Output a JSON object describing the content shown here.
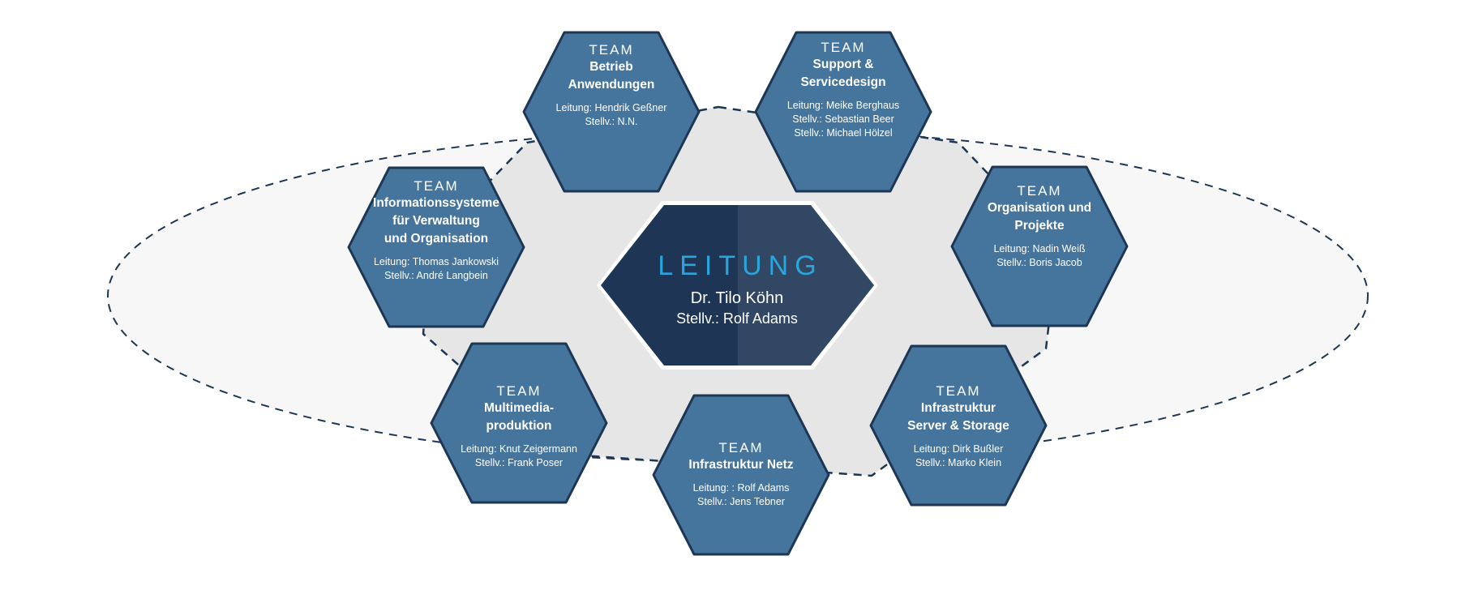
{
  "colors": {
    "background": "#ffffff",
    "outer_ellipse_fill": "#f7f7f8",
    "inner_ring_fill": "#e6e6e7",
    "dash_stroke": "#1d3654",
    "team_fill": "#45749c",
    "team_stroke": "#1d3654",
    "lead_fill_left": "#1e3555",
    "lead_fill_right": "#314763",
    "lead_title": "#29a6dc",
    "text_light": "#ffffff"
  },
  "leitung": {
    "title": "LEITUNG",
    "head": "Dr. Tilo Köhn",
    "deputy": "Stellv.: Rolf Adams"
  },
  "teams": [
    {
      "kicker": "TEAM",
      "name_lines": [
        "Betrieb",
        "Anwendungen"
      ],
      "people": [
        "Leitung: Hendrik Geßner",
        "Stellv.: N.N."
      ]
    },
    {
      "kicker": "TEAM",
      "name_lines": [
        "Support &",
        "Servicedesign"
      ],
      "people": [
        "Leitung: Meike Berghaus",
        "Stellv.: Sebastian Beer",
        "Stellv.: Michael Hölzel"
      ]
    },
    {
      "kicker": "TEAM",
      "name_lines": [
        "Organisation und",
        "Projekte"
      ],
      "people": [
        "Leitung: Nadin Weiß",
        "Stellv.: Boris Jacob"
      ]
    },
    {
      "kicker": "TEAM",
      "name_lines": [
        "Infrastruktur",
        "Server & Storage"
      ],
      "people": [
        "Leitung: Dirk Bußler",
        "Stellv.: Marko Klein"
      ]
    },
    {
      "kicker": "TEAM",
      "name_lines": [
        "Infrastruktur Netz"
      ],
      "people": [
        "Leitung: : Rolf Adams",
        "Stellv.: Jens Tebner"
      ]
    },
    {
      "kicker": "TEAM",
      "name_lines": [
        "Multimedia-",
        "produktion"
      ],
      "people": [
        "Leitung: Knut Zeigermann",
        "Stellv.: Frank Poser"
      ]
    },
    {
      "kicker": "TEAM",
      "name_lines": [
        "Informationssysteme",
        "für Verwaltung",
        "und Organisation"
      ],
      "people": [
        "Leitung: Thomas Jankowski",
        "Stellv.: André Langbein"
      ]
    }
  ]
}
